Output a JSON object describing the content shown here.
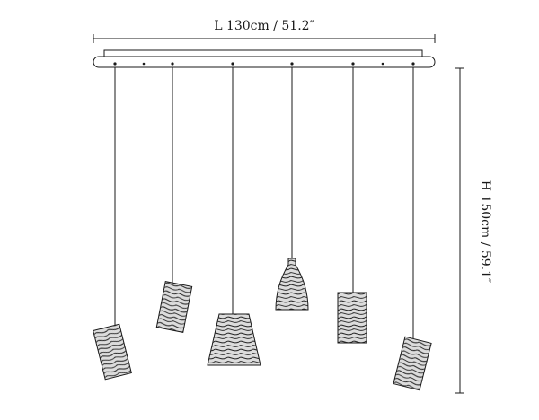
{
  "dimensions": {
    "length_label": "L 130cm / 51.2″",
    "height_label": "H 150cm / 59.1″"
  },
  "colors": {
    "line": "#1a1a1a",
    "shade_fill": "#d6d6d6",
    "texture": "#2a2a2a"
  },
  "pendants": [
    {
      "name": "pendant-1",
      "shade": "cylinder"
    },
    {
      "name": "pendant-2",
      "shade": "cylinder"
    },
    {
      "name": "pendant-3",
      "shade": "cone"
    },
    {
      "name": "pendant-4",
      "shade": "bottle"
    },
    {
      "name": "pendant-5",
      "shade": "cylinder"
    },
    {
      "name": "pendant-6",
      "shade": "cylinder"
    }
  ]
}
